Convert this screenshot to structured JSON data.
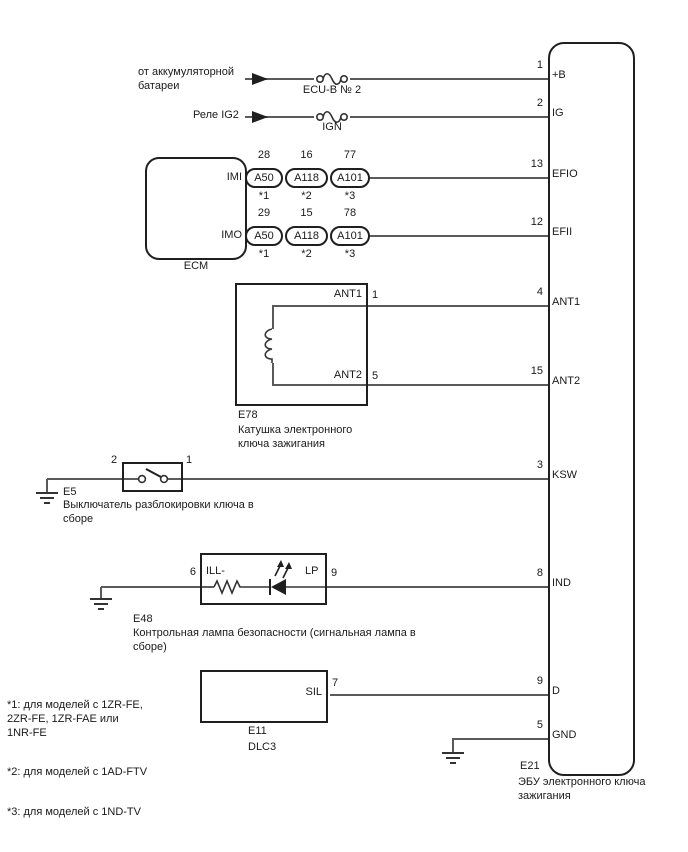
{
  "power": {
    "battery_line1": "от аккумуляторной",
    "battery_line2": "батареи",
    "fuse1_label": "ECU-B № 2",
    "relay_label": "Реле IG2",
    "fuse2_label": "IGN"
  },
  "ecm": {
    "label": "ECM",
    "pin_imi": "IMI",
    "pin_imo": "IMO",
    "rows": [
      {
        "connectors": [
          {
            "pin": "28",
            "name": "A50",
            "note": "*1"
          },
          {
            "pin": "16",
            "name": "A118",
            "note": "*2"
          },
          {
            "pin": "77",
            "name": "A101",
            "note": "*3"
          }
        ]
      },
      {
        "connectors": [
          {
            "pin": "29",
            "name": "A50",
            "note": "*1"
          },
          {
            "pin": "15",
            "name": "A118",
            "note": "*2"
          },
          {
            "pin": "78",
            "name": "A101",
            "note": "*3"
          }
        ]
      }
    ]
  },
  "e78": {
    "code": "E78",
    "desc1": "Катушка электронного",
    "desc2": "ключа зажигания",
    "ant1": "ANT1",
    "ant1_pin": "1",
    "ant2": "ANT2",
    "ant2_pin": "5"
  },
  "e5": {
    "code": "E5",
    "desc1": "Выключатель разблокировки ключа в",
    "desc2": "сборе",
    "pin_left": "2",
    "pin_right": "1"
  },
  "e48": {
    "code": "E48",
    "desc1": "Контрольная лампа безопасности (сигнальная лампа в",
    "desc2": "сборе)",
    "ill": "ILL-",
    "lp": "LP",
    "pin_left": "6",
    "pin_right": "9"
  },
  "e11": {
    "code": "E11",
    "desc": "DLC3",
    "sil": "SIL",
    "pin": "7"
  },
  "e21": {
    "code": "E21",
    "desc1": "ЭБУ электронного ключа",
    "desc2": "зажигания",
    "pins": [
      {
        "num": "1",
        "label": "+B"
      },
      {
        "num": "2",
        "label": "IG"
      },
      {
        "num": "13",
        "label": "EFIO"
      },
      {
        "num": "12",
        "label": "EFII"
      },
      {
        "num": "4",
        "label": "ANT1"
      },
      {
        "num": "15",
        "label": "ANT2"
      },
      {
        "num": "3",
        "label": "KSW"
      },
      {
        "num": "8",
        "label": "IND"
      },
      {
        "num": "9",
        "label": "D"
      },
      {
        "num": "5",
        "label": "GND"
      }
    ]
  },
  "footnotes": {
    "n1l1": "*1: для моделей с 1ZR-FE,",
    "n1l2": "2ZR-FE, 1ZR-FAE или",
    "n1l3": "1NR-FE",
    "n2": "*2: для моделей с 1AD-FTV",
    "n3": "*3: для моделей с 1ND-TV"
  },
  "colors": {
    "wire": "#5a5a5a",
    "line": "#1f1f1f",
    "background": "#ffffff"
  }
}
